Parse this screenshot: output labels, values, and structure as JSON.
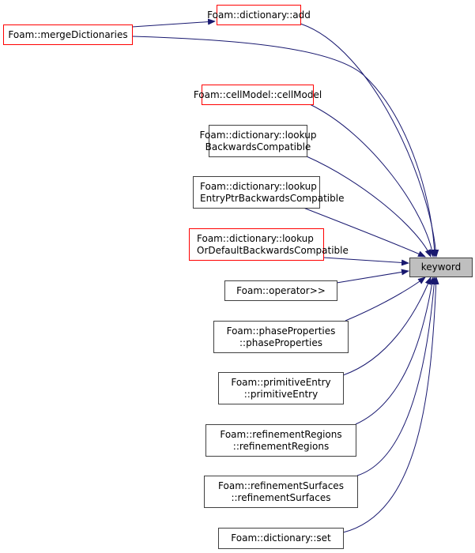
{
  "graph": {
    "root": "keyword",
    "nodes": [
      {
        "id": "add",
        "lines": [
          "Foam::dictionary::add"
        ]
      },
      {
        "id": "merge",
        "lines": [
          "Foam::mergeDictionaries"
        ]
      },
      {
        "id": "cellModel",
        "lines": [
          "Foam::cellModel::cellModel"
        ]
      },
      {
        "id": "lookupBC",
        "lines": [
          "Foam::dictionary::lookup",
          "BackwardsCompatible"
        ]
      },
      {
        "id": "lookupEntry",
        "lines": [
          "Foam::dictionary::lookup",
          "EntryPtrBackwardsCompatible"
        ]
      },
      {
        "id": "lookupDefault",
        "lines": [
          "Foam::dictionary::lookup",
          "OrDefaultBackwardsCompatible"
        ]
      },
      {
        "id": "operator",
        "lines": [
          "Foam::operator>>"
        ]
      },
      {
        "id": "phase",
        "lines": [
          "Foam::phaseProperties",
          "::phaseProperties"
        ]
      },
      {
        "id": "primitive",
        "lines": [
          "Foam::primitiveEntry",
          "::primitiveEntry"
        ]
      },
      {
        "id": "regions",
        "lines": [
          "Foam::refinementRegions",
          "::refinementRegions"
        ]
      },
      {
        "id": "surfaces",
        "lines": [
          "Foam::refinementSurfaces",
          "::refinementSurfaces"
        ]
      },
      {
        "id": "set",
        "lines": [
          "Foam::dictionary::set"
        ]
      }
    ],
    "colors": {
      "edge": "#191970",
      "truncated_border": "#ff0000",
      "normal_border": "#404040",
      "root_fill": "#bfbfbf"
    }
  }
}
